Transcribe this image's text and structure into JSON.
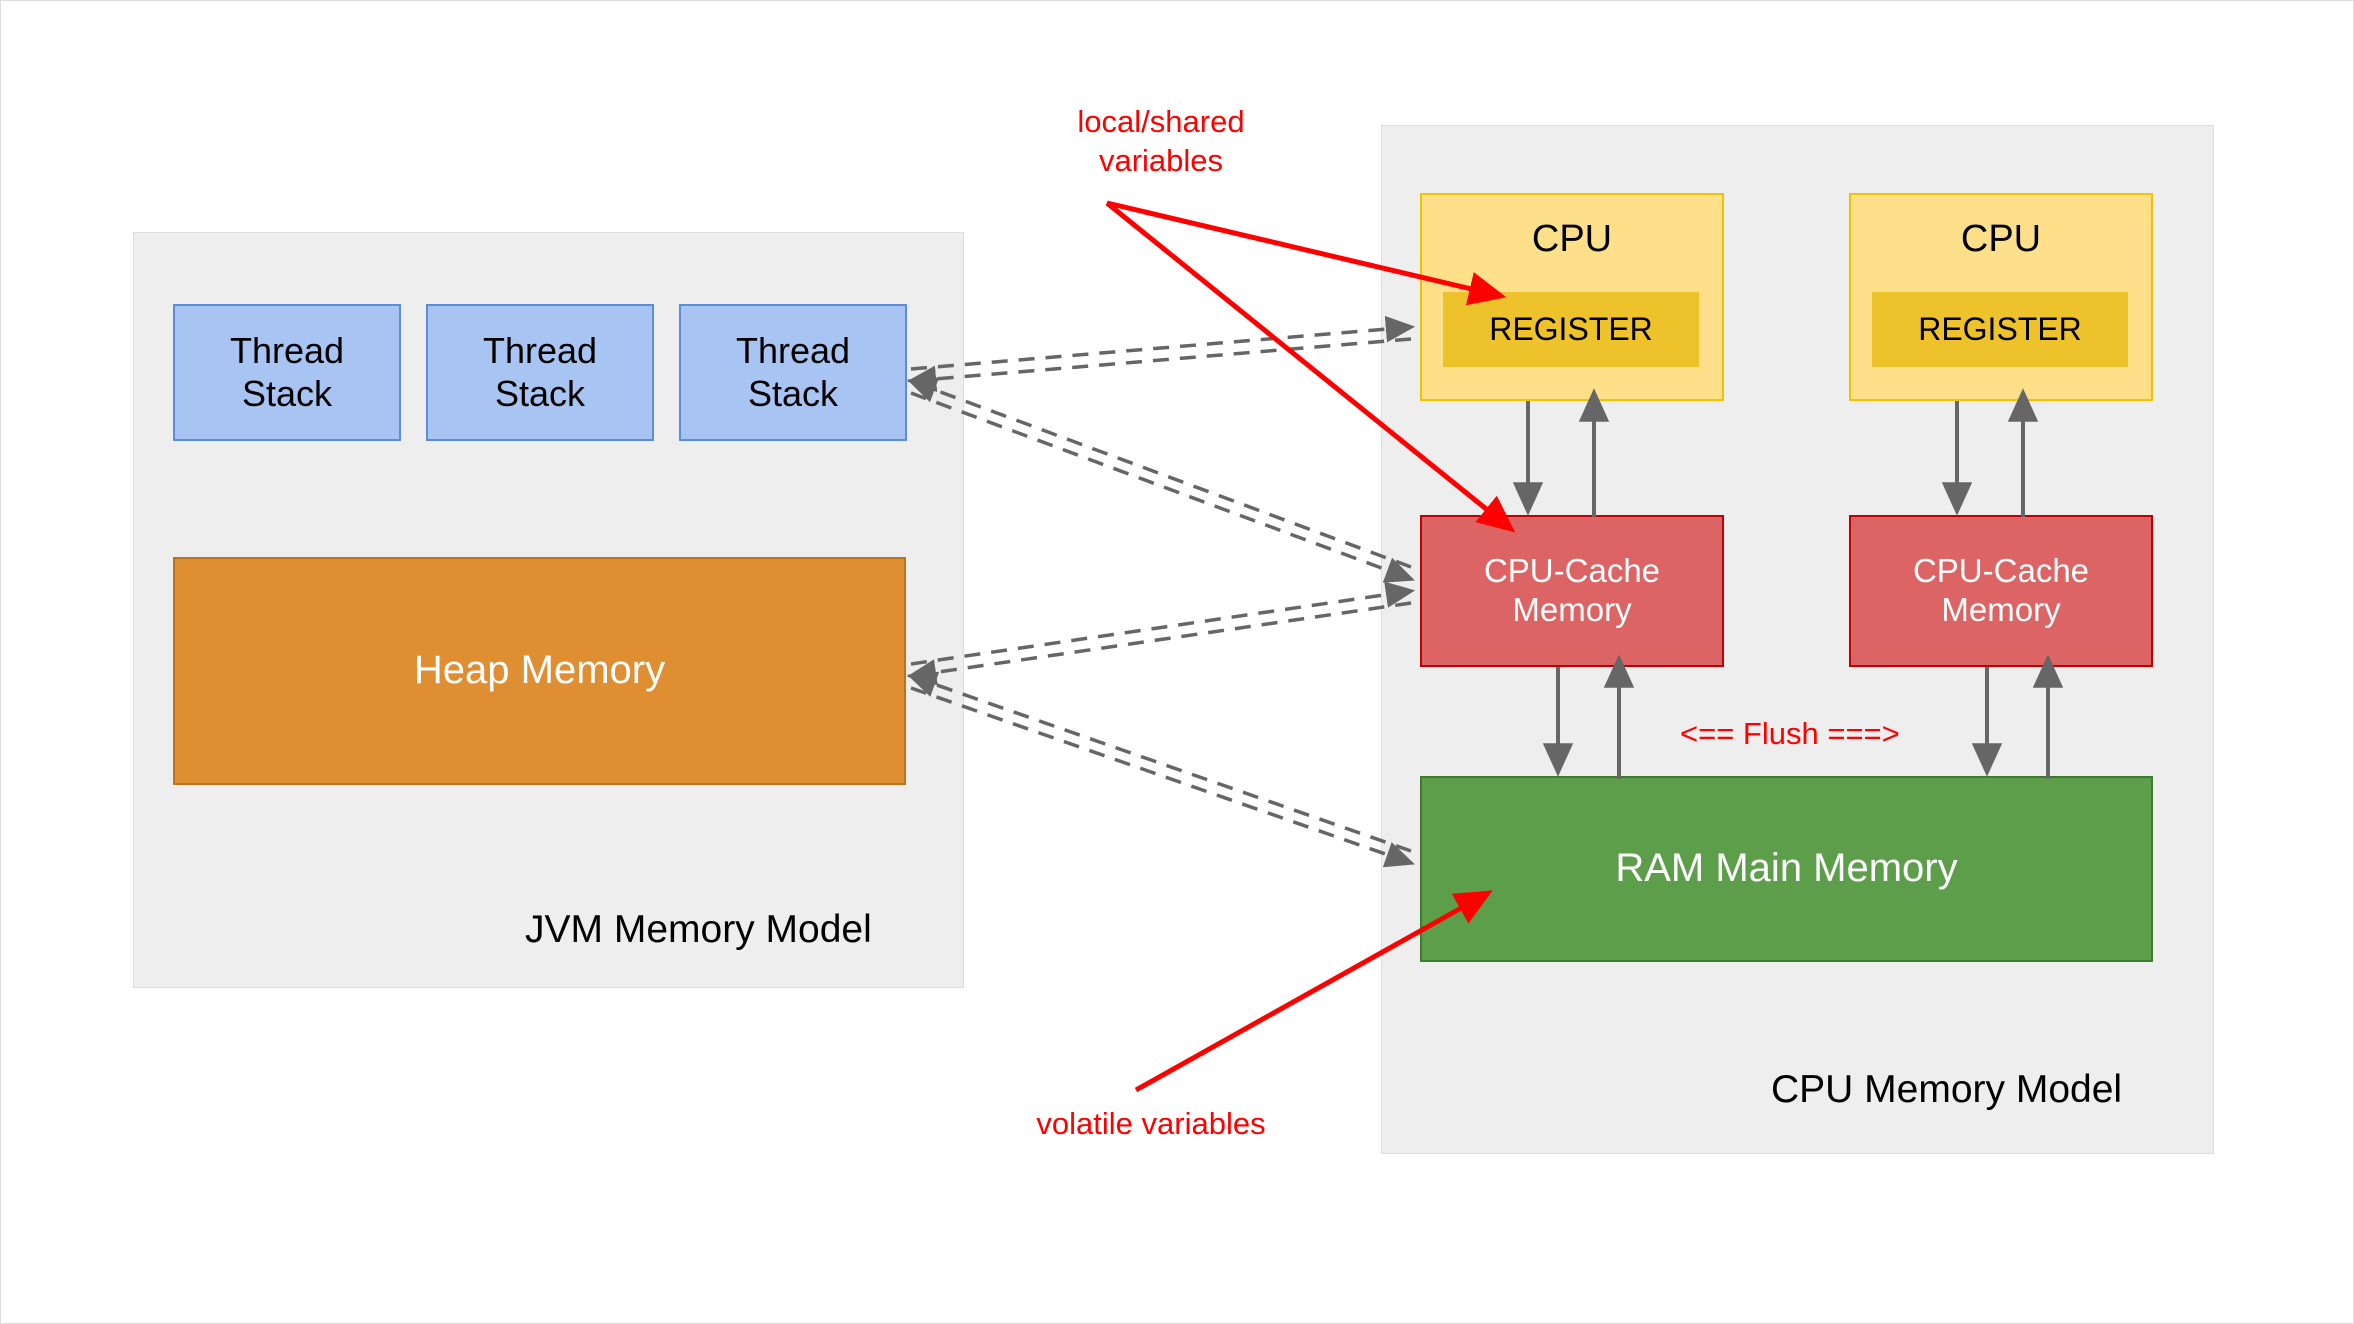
{
  "diagram": {
    "title_jvm": "JVM Memory Model",
    "title_cpu": "CPU Memory Model",
    "jvm": {
      "threads": [
        {
          "label": "Thread\nStack"
        },
        {
          "label": "Thread\nStack"
        },
        {
          "label": "Thread\nStack"
        }
      ],
      "heap": {
        "label": "Heap Memory"
      }
    },
    "cpu": {
      "cores": [
        {
          "title": "CPU",
          "register": "REGISTER",
          "cache": "CPU-Cache\nMemory"
        },
        {
          "title": "CPU",
          "register": "REGISTER",
          "cache": "CPU-Cache\nMemory"
        }
      ],
      "ram": {
        "label": "RAM Main Memory"
      },
      "flush_label": "<== Flush ===>"
    },
    "annotations": {
      "local_shared": "local/shared\nvariables",
      "volatile": "volatile variables"
    },
    "colors": {
      "panel_bg": "#eeeeee",
      "thread_fill": "#a7c4f2",
      "thread_stroke": "#5b8ddb",
      "heap_fill": "#e08e32",
      "heap_stroke": "#b9741f",
      "cpu_fill": "#ffe08a",
      "cpu_stroke": "#f2c200",
      "register_fill": "#eec22b",
      "cache_fill": "#dd6464",
      "cache_stroke": "#c00000",
      "ram_fill": "#5d9e4b",
      "ram_stroke": "#3f7a31",
      "annotation_red": "#ff0000",
      "arrow_gray": "#666666"
    }
  }
}
